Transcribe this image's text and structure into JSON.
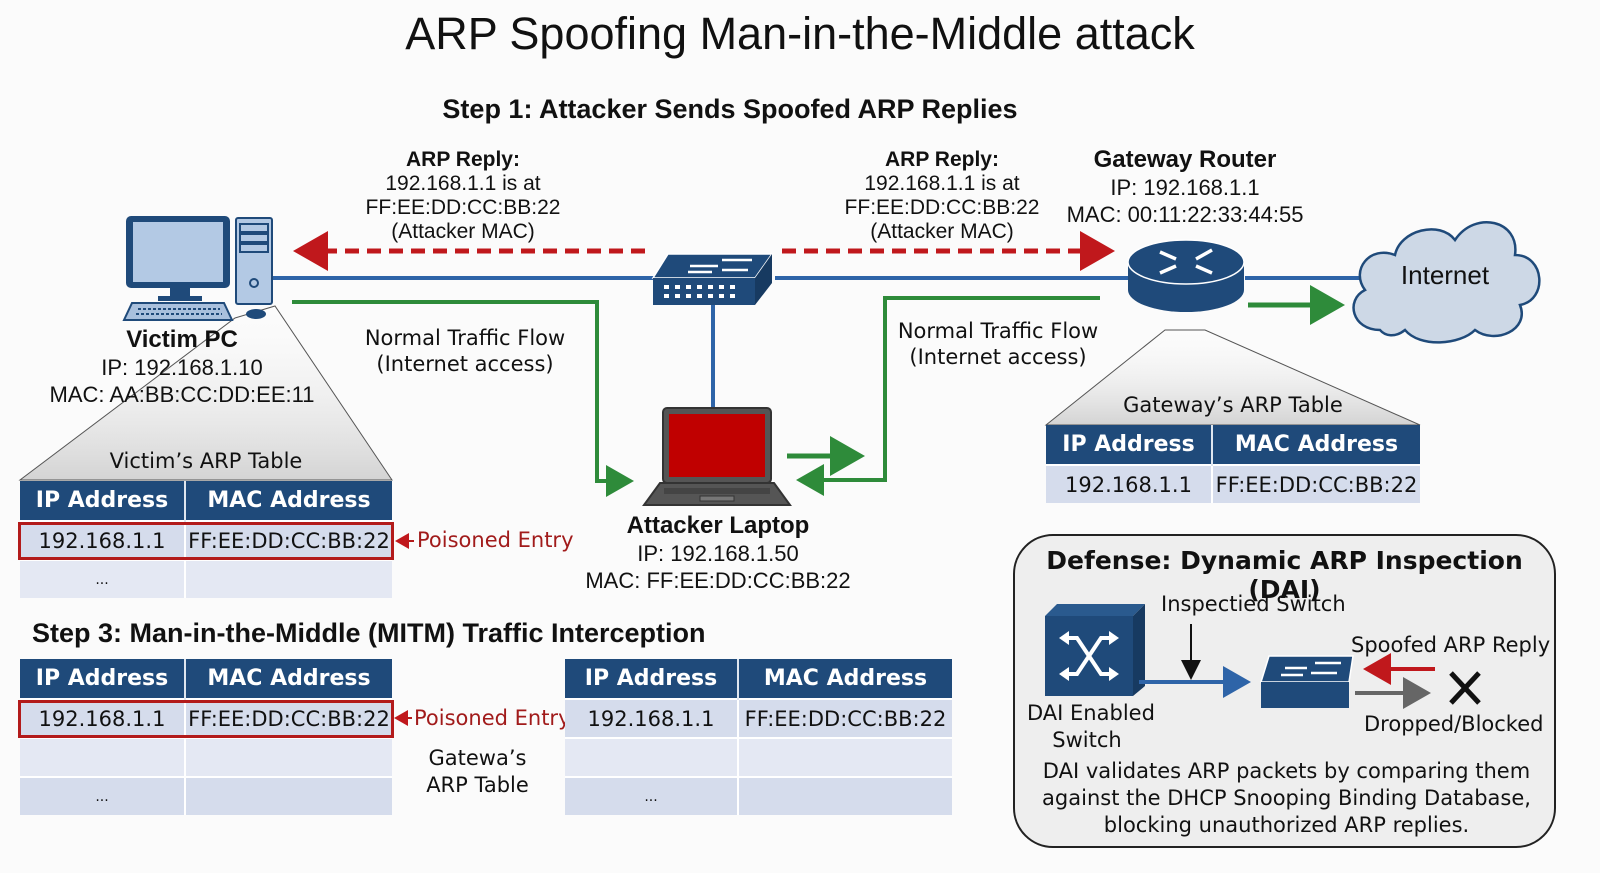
{
  "title": "ARP Spoofing Man-in-the-Middle attack",
  "step1_heading": "Step 1: Attacker Sends Spoofed ARP Replies",
  "step3_heading": "Step 3: Man-in-the-Middle (MITM) Traffic Interception",
  "arp_reply_left": {
    "title": "ARP Reply:",
    "line1": "192.168.1.1 is at",
    "line2": "FF:EE:DD:CC:BB:22",
    "line3": "(Attacker MAC)"
  },
  "arp_reply_right": {
    "title": "ARP Reply:",
    "line1": "192.168.1.1 is at",
    "line2": "FF:EE:DD:CC:BB:22",
    "line3": "(Attacker MAC)"
  },
  "victim": {
    "name": "Victim PC",
    "ip": "IP: 192.168.1.10",
    "mac": "MAC: AA:BB:CC:DD:EE:11",
    "icon": "desktop-pc-icon"
  },
  "gateway": {
    "name": "Gateway Router",
    "ip": "IP: 192.168.1.1",
    "mac": "MAC: 00:11:22:33:44:55",
    "icon": "router-icon"
  },
  "attacker": {
    "name": "Attacker Laptop",
    "ip": "IP: 192.168.1.50",
    "mac": "MAC: FF:EE:DD:CC:BB:22",
    "icon": "laptop-icon"
  },
  "internet": {
    "label": "Internet",
    "icon": "cloud-icon"
  },
  "switch": {
    "icon": "network-switch-icon"
  },
  "flow_left": {
    "line1": "Normal Traffic Flow",
    "line2": "(Internet access)"
  },
  "flow_right": {
    "line1": "Normal Traffic Flow",
    "line2": "(Internet access)"
  },
  "victim_table": {
    "caption": "Victim’s ARP Table",
    "headers": [
      "IP Address",
      "MAC Address"
    ],
    "rows": [
      [
        "192.168.1.1",
        "FF:EE:DD:CC:BB:22"
      ],
      [
        "...",
        ""
      ]
    ],
    "poison_label": "Poisoned Entry"
  },
  "gateway_table": {
    "caption": "Gateway’s ARP Table",
    "headers": [
      "IP Address",
      "MAC Address"
    ],
    "rows": [
      [
        "192.168.1.1",
        "FF:EE:DD:CC:BB:22"
      ]
    ]
  },
  "mitm_left_table": {
    "headers": [
      "IP Address",
      "MAC Address"
    ],
    "rows": [
      [
        "192.168.1.1",
        "FF:EE:DD:CC:BB:22"
      ],
      [
        "",
        ""
      ],
      [
        "...",
        ""
      ]
    ],
    "poison_label": "Poisoned Entry",
    "caption_line1": "Gatewa’s",
    "caption_line2": "ARP Table"
  },
  "mitm_right_table": {
    "headers": [
      "IP Address",
      "MAC Address"
    ],
    "rows": [
      [
        "192.168.1.1",
        "FF:EE:DD:CC:BB:22"
      ],
      [
        "",
        ""
      ],
      [
        "...",
        ""
      ]
    ]
  },
  "defense": {
    "title": "Defense: Dynamic ARP Inspection (DAI)",
    "inspected_label": "Inspectied Switch",
    "dai_switch_line1": "DAI Enabled",
    "dai_switch_line2": "Switch",
    "spoofed_label": "Spoofed ARP Reply",
    "dropped_label": "Dropped/Blocked",
    "desc_line1": "DAI validates ARP packets by comparing them",
    "desc_line2": "against the DHCP Snooping Binding Database,",
    "desc_line3": "blocking unauthorized ARP replies."
  },
  "colors": {
    "device_blue": "#1f4a7a",
    "link_blue": "#2e64a8",
    "spoof_red": "#c0181c",
    "normal_green": "#2e8b3a",
    "poison_red": "#b31b1b",
    "table_header": "#1f4a7a",
    "table_row": "#d5dcec"
  }
}
